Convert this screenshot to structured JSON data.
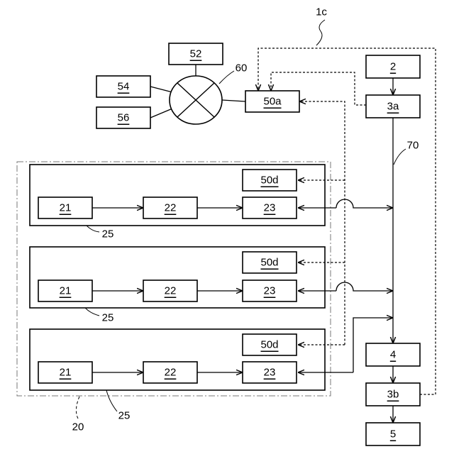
{
  "labels": {
    "box_2": "2",
    "box_3a": "3a",
    "box_4": "4",
    "box_3b": "3b",
    "box_5": "5",
    "box_50a": "50a",
    "box_52": "52",
    "box_54": "54",
    "box_56": "56",
    "box_50d": "50d",
    "box_21": "21",
    "box_22": "22",
    "box_23": "23"
  },
  "refs": {
    "ref_1c": "1c",
    "ref_60": "60",
    "ref_70": "70",
    "ref_25": "25",
    "ref_20": "20"
  }
}
